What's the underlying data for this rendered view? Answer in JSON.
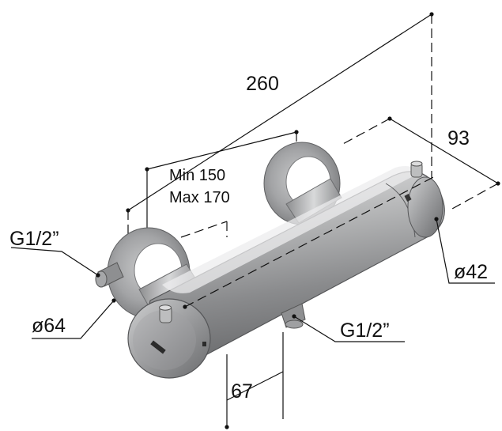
{
  "dimensions": {
    "overall_length": "260",
    "depth": "93",
    "center_min": "Min 150",
    "center_max": "Max 170",
    "inlet_thread": "G1/2”",
    "rosette_diameter": "ø64",
    "outlet_thread": "G1/2”",
    "body_diameter": "ø42",
    "outlet_offset": "67"
  },
  "colors": {
    "metal_light": "#d9d9da",
    "metal_mid": "#a8a9aa",
    "metal_dark": "#6e6f71",
    "line": "#111111"
  }
}
